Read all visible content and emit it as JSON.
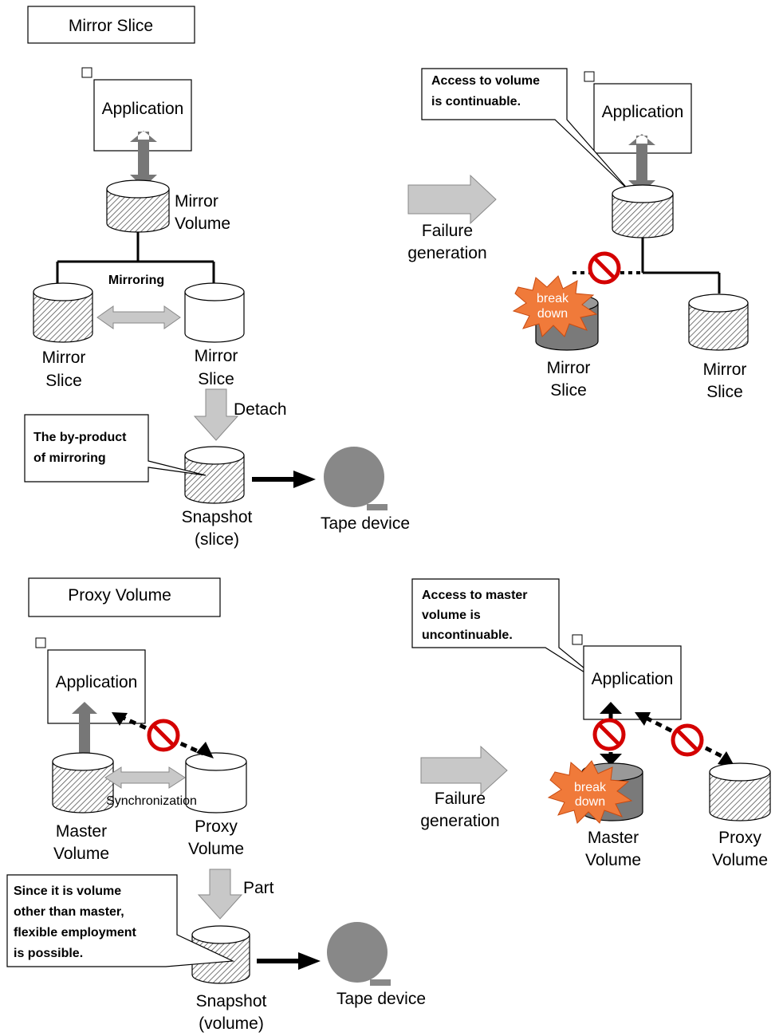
{
  "colors": {
    "hatch": "#555555",
    "cylinder_fill": "#ffffff",
    "arrow_gray": "#c8c8c8",
    "arrow_dark": "#777777",
    "broken_fill": "#7a7a7a",
    "breakdown_burst": "#f07a3a",
    "prohibit_red": "#d40000"
  },
  "icons": {
    "prohibit": "prohibited-icon",
    "breakdown": "breakdown-burst-icon",
    "tape": "tape-device-icon"
  },
  "mirror": {
    "title": "Mirror Slice",
    "application": "Application",
    "volume": [
      "Mirror",
      "Volume"
    ],
    "mirroring": "Mirroring",
    "slice_left": [
      "Mirror",
      "Slice"
    ],
    "slice_right": [
      "Mirror",
      "Slice"
    ],
    "detach": "Detach",
    "callout": [
      "The by-product",
      "of mirroring"
    ],
    "snapshot": [
      "Snapshot",
      "(slice)"
    ],
    "tape": "Tape device"
  },
  "mirror_failure": {
    "callout": [
      "Access to volume",
      "is continuable."
    ],
    "application": "Application",
    "failure": [
      "Failure",
      "generation"
    ],
    "breakdown": [
      "break",
      "down"
    ],
    "slice_left": [
      "Mirror",
      "Slice"
    ],
    "slice_right": [
      "Mirror",
      "Slice"
    ]
  },
  "proxy": {
    "title": "Proxy Volume",
    "application": "Application",
    "sync": "Synchronization",
    "master": [
      "Master",
      "Volume"
    ],
    "proxy": [
      "Proxy",
      "Volume"
    ],
    "part": "Part",
    "callout": [
      "Since it is volume",
      "other than master,",
      "flexible employment",
      "is possible."
    ],
    "snapshot": [
      "Snapshot",
      "(volume)"
    ],
    "tape": "Tape device"
  },
  "proxy_failure": {
    "callout": [
      "Access to master",
      "volume is",
      "uncontinuable."
    ],
    "application": "Application",
    "failure": [
      "Failure",
      "generation"
    ],
    "breakdown": [
      "break",
      "down"
    ],
    "master": [
      "Master",
      "Volume"
    ],
    "proxy": [
      "Proxy",
      "Volume"
    ]
  }
}
